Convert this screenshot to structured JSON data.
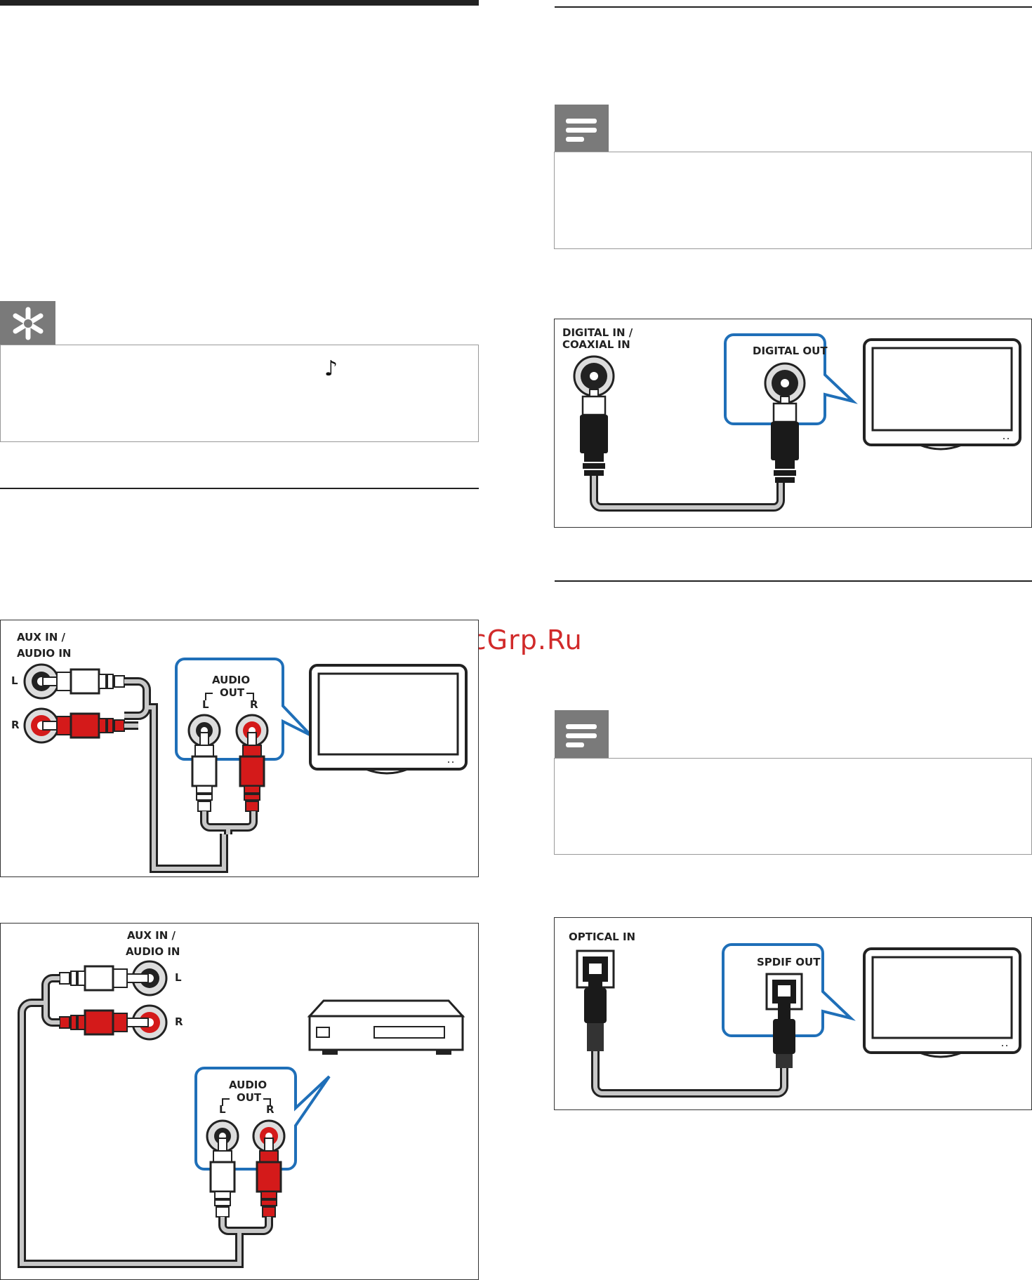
{
  "watermark": "McGrp.Ru",
  "tip": {
    "icon": "asterisk-icon",
    "glyph": "♪"
  },
  "notes": [
    {
      "icon": "note-lines-icon"
    },
    {
      "icon": "note-lines-icon"
    }
  ],
  "figures": {
    "coaxial": {
      "input_label_line1": "DIGITAL IN /",
      "input_label_line2": "COAXIAL IN",
      "output_label": "DIGITAL OUT",
      "device": "tv-icon"
    },
    "aux_tv": {
      "input_label_line1": "AUX IN /",
      "input_label_line2": "AUDIO IN",
      "left": "L",
      "right": "R",
      "output_label_line1": "AUDIO",
      "output_label_line2": "OUT",
      "out_left": "L",
      "out_right": "R",
      "device": "tv-icon"
    },
    "aux_player": {
      "input_label_line1": "AUX IN /",
      "input_label_line2": "AUDIO IN",
      "left": "L",
      "right": "R",
      "output_label_line1": "AUDIO",
      "output_label_line2": "OUT",
      "out_left": "L",
      "out_right": "R",
      "device": "disc-player-icon"
    },
    "optical": {
      "input_label": "OPTICAL IN",
      "output_label": "SPDIF OUT",
      "device": "tv-icon"
    }
  },
  "colors": {
    "highlight_blue": "#1f6fb8",
    "plug_red": "#d41a1a",
    "cable_grey": "#8f8f8f"
  }
}
